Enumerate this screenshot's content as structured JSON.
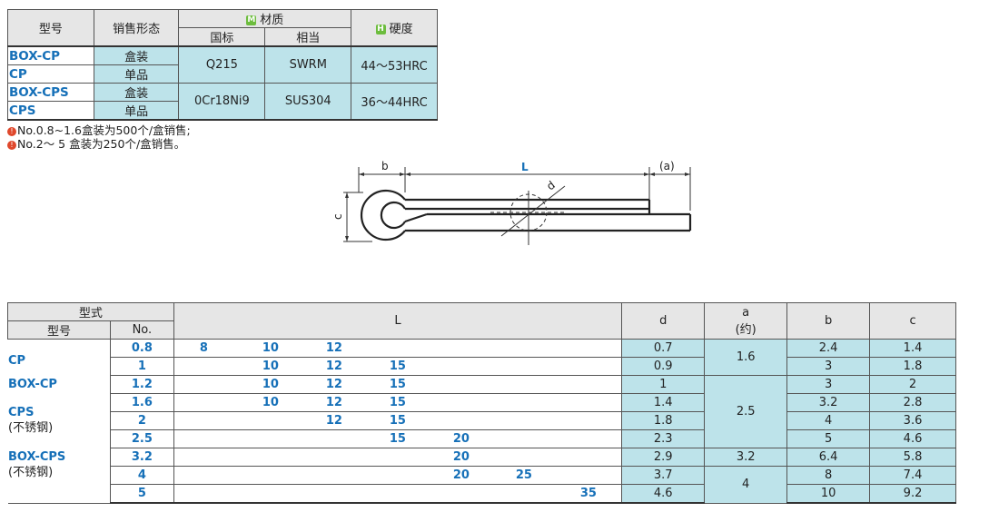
{
  "material_table": {
    "headers": {
      "model": "型号",
      "sales_form": "销售形态",
      "material": "材质",
      "material_badge": "M",
      "gb": "国标",
      "equiv": "相当",
      "hardness": "硬度",
      "hardness_badge": "H"
    },
    "rows": [
      {
        "code": "BOX-CP",
        "form": "盒装"
      },
      {
        "code": "CP",
        "form": "单品"
      },
      {
        "code": "BOX-CPS",
        "form": "盒装"
      },
      {
        "code": "CPS",
        "form": "单品"
      }
    ],
    "groups": [
      {
        "gb": "Q215",
        "equiv": "SWRM",
        "hardness": "44～53HRC"
      },
      {
        "gb": "0Cr18Ni9",
        "equiv": "SUS304",
        "hardness": "36～44HRC"
      }
    ]
  },
  "notes": {
    "icon": "!",
    "line1": "No.0.8~1.6盒装为500个/盒销售;",
    "line2": "No.2～ 5  盒装为250个/盒销售。"
  },
  "diagram": {
    "label_b": "b",
    "label_L": "L",
    "label_a": "(a)",
    "label_d": "d",
    "label_c": "c"
  },
  "spec_table": {
    "headers": {
      "type": "型式",
      "model": "型号",
      "no": "No.",
      "L": "L",
      "d": "d",
      "a": "a",
      "a_sub": "(约)",
      "b": "b",
      "c": "c"
    },
    "groups": {
      "g1_code": "CP",
      "g2_code": "BOX-CP",
      "g3_code": "CPS",
      "g3_sub": "(不锈钢)",
      "g4_code": "BOX-CPS",
      "g4_sub": "(不锈钢)"
    },
    "rows": [
      {
        "no": "0.8",
        "L": [
          "8",
          "10",
          "12",
          "",
          "",
          "",
          ""
        ],
        "d": "0.7",
        "b": "2.4",
        "c": "1.4"
      },
      {
        "no": "1",
        "L": [
          "",
          "10",
          "12",
          "15",
          "",
          "",
          ""
        ],
        "d": "0.9",
        "b": "3",
        "c": "1.8"
      },
      {
        "no": "1.2",
        "L": [
          "",
          "10",
          "12",
          "15",
          "",
          "",
          ""
        ],
        "d": "1",
        "b": "3",
        "c": "2"
      },
      {
        "no": "1.6",
        "L": [
          "",
          "10",
          "12",
          "15",
          "",
          "",
          ""
        ],
        "d": "1.4",
        "b": "3.2",
        "c": "2.8"
      },
      {
        "no": "2",
        "L": [
          "",
          "",
          "12",
          "15",
          "",
          "",
          ""
        ],
        "d": "1.8",
        "b": "4",
        "c": "3.6"
      },
      {
        "no": "2.5",
        "L": [
          "",
          "",
          "",
          "15",
          "20",
          "",
          ""
        ],
        "d": "2.3",
        "b": "5",
        "c": "4.6"
      },
      {
        "no": "3.2",
        "L": [
          "",
          "",
          "",
          "",
          "20",
          "",
          ""
        ],
        "d": "2.9",
        "b": "6.4",
        "c": "5.8"
      },
      {
        "no": "4",
        "L": [
          "",
          "",
          "",
          "",
          "20",
          "25",
          ""
        ],
        "d": "3.7",
        "b": "8",
        "c": "7.4"
      },
      {
        "no": "5",
        "L": [
          "",
          "",
          "",
          "",
          "",
          "",
          "35"
        ],
        "d": "4.6",
        "b": "10",
        "c": "9.2"
      }
    ],
    "a_groups": [
      "1.6",
      "2.5",
      "3.2",
      "4"
    ]
  }
}
